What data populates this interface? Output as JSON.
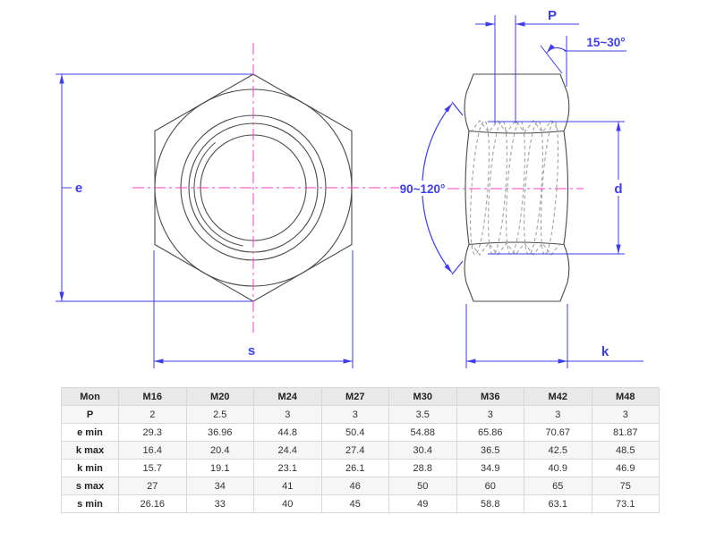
{
  "page": {
    "background": "#ffffff"
  },
  "diagram": {
    "labels": {
      "e": "e",
      "s": "s",
      "P": "P",
      "d": "d",
      "k": "k",
      "chamfer_angle": "15~30°",
      "countersink_angle": "90~120°"
    },
    "colors": {
      "dimension": "#3d3df0",
      "centerline": "#fa3cc3",
      "outline": "#4a4a4a",
      "thread": "#9a9a9a"
    }
  },
  "table": {
    "columns": [
      "Mon",
      "M16",
      "M20",
      "M24",
      "M27",
      "M30",
      "M36",
      "M42",
      "M48"
    ],
    "rows": [
      {
        "label": "P",
        "values": [
          "2",
          "2.5",
          "3",
          "3",
          "3.5",
          "3",
          "3",
          "3"
        ]
      },
      {
        "label": "e min",
        "values": [
          "29.3",
          "36.96",
          "44.8",
          "50.4",
          "54.88",
          "65.86",
          "70.67",
          "81.87"
        ]
      },
      {
        "label": "k max",
        "values": [
          "16.4",
          "20.4",
          "24.4",
          "27.4",
          "30.4",
          "36.5",
          "42.5",
          "48.5"
        ]
      },
      {
        "label": "k min",
        "values": [
          "15.7",
          "19.1",
          "23.1",
          "26.1",
          "28.8",
          "34.9",
          "40.9",
          "46.9"
        ]
      },
      {
        "label": "s max",
        "values": [
          "27",
          "34",
          "41",
          "46",
          "50",
          "60",
          "65",
          "75"
        ]
      },
      {
        "label": "s min",
        "values": [
          "26.16",
          "33",
          "40",
          "45",
          "49",
          "58.8",
          "63.1",
          "73.1"
        ]
      }
    ]
  }
}
